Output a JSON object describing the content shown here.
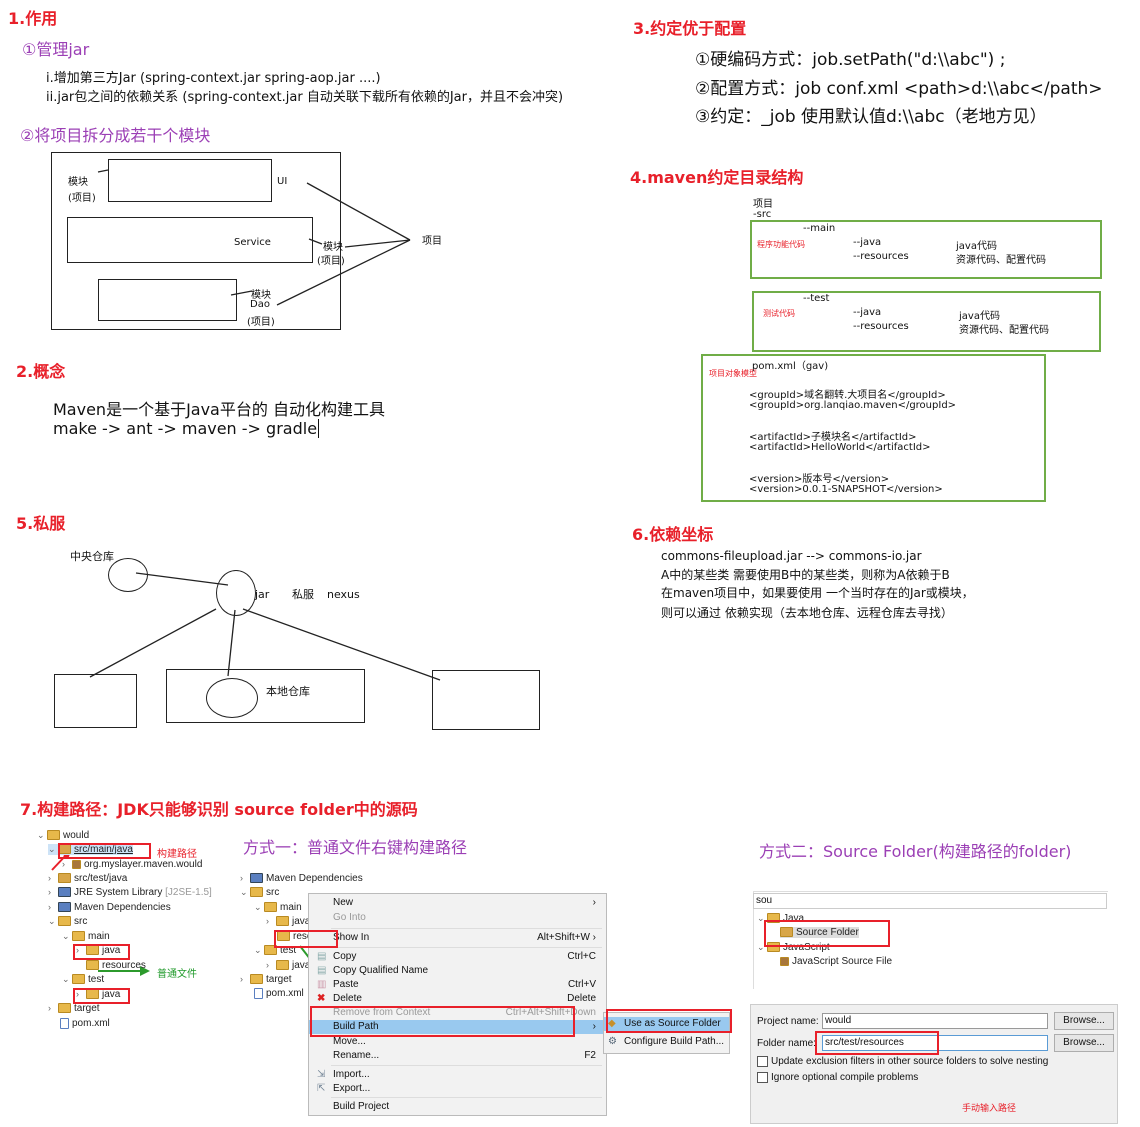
{
  "s1": {
    "title": "1.作用",
    "item1": "①管理jar",
    "item1_lines": [
      "i.增加第三方Jar   (spring-context.jar   spring-aop.jar ....)",
      "ii.jar包之间的依赖关系  (spring-context.jar 自动关联下载所有依赖的Jar，并且不会冲突)"
    ],
    "item2": "②将项目拆分成若干个模块",
    "diagram": {
      "ui_module": "模块",
      "ui_module_sub": "(项目)",
      "ui": "UI",
      "service": "Service",
      "service_module": "模块",
      "service_module_sub": "(项目)",
      "dao_module": "模块",
      "dao": "Dao",
      "dao_sub": "(项目)",
      "project": "项目"
    }
  },
  "s2": {
    "title": "2.概念",
    "line1": "Maven是一个基于Java平台的 自动化构建工具",
    "line2": "make -> ant -> maven -> gradle"
  },
  "s3": {
    "title": "3.约定优于配置",
    "lines": [
      "①硬编码方式：job.setPath(\"d:\\\\abc\") ;",
      "②配置方式：job    conf.xml    <path>d:\\\\abc</path>",
      "③约定：_job          使用默认值d:\\\\abc（老地方见）"
    ]
  },
  "s4": {
    "title": "4.maven约定目录结构",
    "root": "项目",
    "src": "-src",
    "main": {
      "label": "--main",
      "note": "程序功能代码",
      "java": "--java",
      "java_desc": "java代码",
      "res": "--resources",
      "res_desc": "资源代码、配置代码"
    },
    "test": {
      "label": "--test",
      "note": "测试代码",
      "java": "--java",
      "java_desc": "java代码",
      "res": "--resources",
      "res_desc": "资源代码、配置代码"
    },
    "pom": {
      "title": "pom.xml（gav)",
      "note": "项目对象模型",
      "lines": [
        "<groupId>域名翻转.大项目名</groupId>",
        "<groupId>org.lanqiao.maven</groupId>",
        "",
        "<artifactId>子模块名</artifactId>",
        "<artifactId>HelloWorld</artifactId>",
        "",
        "<version>版本号</version>",
        "<version>0.0.1-SNAPSHOT</version>"
      ]
    }
  },
  "s5": {
    "title": "5.私服",
    "central": "中央仓库",
    "jar": "jar",
    "private": "私服",
    "nexus": "nexus",
    "local": "本地仓库"
  },
  "s6": {
    "title": "6.依赖坐标",
    "lines": [
      "commons-fileupload.jar --> commons-io.jar",
      "A中的某些类 需要使用B中的某些类，则称为A依赖于B",
      "在maven项目中，如果要使用 一个当时存在的Jar或模块，",
      "则可以通过 依赖实现（去本地仓库、远程仓库去寻找）"
    ]
  },
  "s7": {
    "title": "7.构建路径：JDK只能够识别 source folder中的源码",
    "method1": "方式一：普通文件右键构建路径",
    "method2": "方式二：Source Folder(构建路径的folder)",
    "tree1": {
      "items": [
        "would",
        "src/main/java",
        "org.myslayer.maven.would",
        "src/test/java",
        "JRE System Library",
        "[J2SE-1.5]",
        "Maven Dependencies",
        "src",
        "main",
        "java",
        "resources",
        "test",
        "java",
        "target",
        "pom.xml"
      ],
      "note_build": "构建路径",
      "note_plain": "普通文件"
    },
    "tree2": {
      "items": [
        "Maven Dependencies",
        "src",
        "main",
        "java",
        "reso",
        "test",
        "java",
        "target",
        "pom.xml"
      ]
    },
    "context_menu": {
      "items": [
        {
          "label": "New",
          "key": "›"
        },
        {
          "label": "Go Into",
          "key": ""
        },
        {
          "label": "Show In",
          "key": "Alt+Shift+W ›"
        },
        {
          "label": "Copy",
          "key": "Ctrl+C"
        },
        {
          "label": "Copy Qualified Name",
          "key": ""
        },
        {
          "label": "Paste",
          "key": "Ctrl+V"
        },
        {
          "label": "Delete",
          "key": "Delete"
        },
        {
          "label": "Remove from Context",
          "key": "Ctrl+Alt+Shift+Down"
        },
        {
          "label": "Build Path",
          "key": "›"
        },
        {
          "label": "Move...",
          "key": ""
        },
        {
          "label": "Rename...",
          "key": "F2"
        },
        {
          "label": "Import...",
          "key": ""
        },
        {
          "label": "Export...",
          "key": ""
        },
        {
          "label": "Build Project",
          "key": ""
        }
      ],
      "submenu": [
        "Use as Source Folder",
        "Configure Build Path..."
      ]
    },
    "wizard": {
      "filter": "sou",
      "java": "Java",
      "source_folder": "Source Folder",
      "javascript": "JavaScript",
      "js_source": "JavaScript Source File",
      "project_label": "Project name:",
      "project_value": "would",
      "folder_label": "Folder name:",
      "folder_value": "src/test/resources",
      "browse": "Browse...",
      "chk1": "Update exclusion filters in other source folders to solve nesting",
      "chk2": "Ignore optional compile problems",
      "note": "手动输入路径"
    }
  },
  "colors": {
    "heading": "#e8202a",
    "subheading": "#9b3fb5",
    "green_box": "#70ad47",
    "selection": "#99c9ef"
  }
}
